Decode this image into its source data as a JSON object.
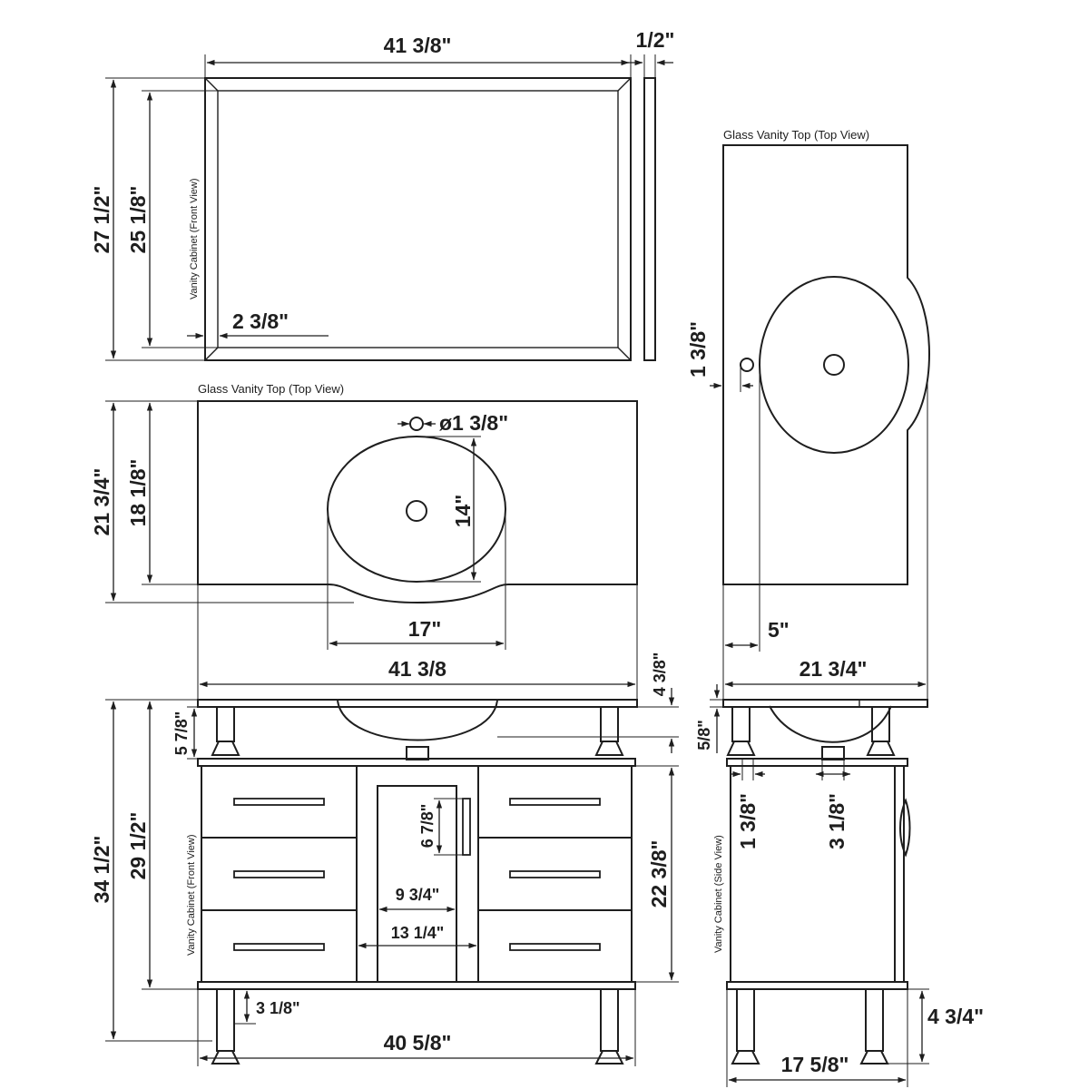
{
  "captions": {
    "mirror_front": "Vanity Cabinet (Front View)",
    "top_view_left": "Glass Vanity Top (Top View)",
    "top_view_right": "Glass Vanity Top (Top View)",
    "cabinet_front": "Vanity Cabinet (Front View)",
    "cabinet_side": "Vanity Cabinet (Side View)"
  },
  "dimensions": {
    "mirror_width": "41 3/8\"",
    "mirror_depth": "1/2\"",
    "mirror_height_outer": "27 1/2\"",
    "mirror_height_inner": "25 1/8\"",
    "mirror_frame": "2 3/8\"",
    "top_depth_outer": "21 3/4\"",
    "top_depth_inner": "18 1/8\"",
    "faucet_hole": "ø1 3/8\"",
    "bowl_depth": "14\"",
    "bowl_width": "17\"",
    "top_width": "41 3/8",
    "side_faucet_offset": "1 3/8\"",
    "side_bowl_offset": "5\"",
    "side_top_depth": "21 3/4\"",
    "bowl_height": "4 3/8\"",
    "total_height": "34 1/2\"",
    "cabinet_height": "29 1/2\"",
    "top_leg_height": "5 7/8\"",
    "door_handle": "6 7/8\"",
    "door_inner": "9 3/4\"",
    "door_outer": "13 1/4\"",
    "cabinet_body": "22 3/8\"",
    "bottom_leg": "3 1/8\"",
    "cabinet_width": "40 5/8\"",
    "top_thickness": "5/8\"",
    "side_left_gap": "1 3/8\"",
    "side_drain": "3 1/8\"",
    "side_leg": "4 3/4\"",
    "side_depth": "17 5/8\""
  }
}
